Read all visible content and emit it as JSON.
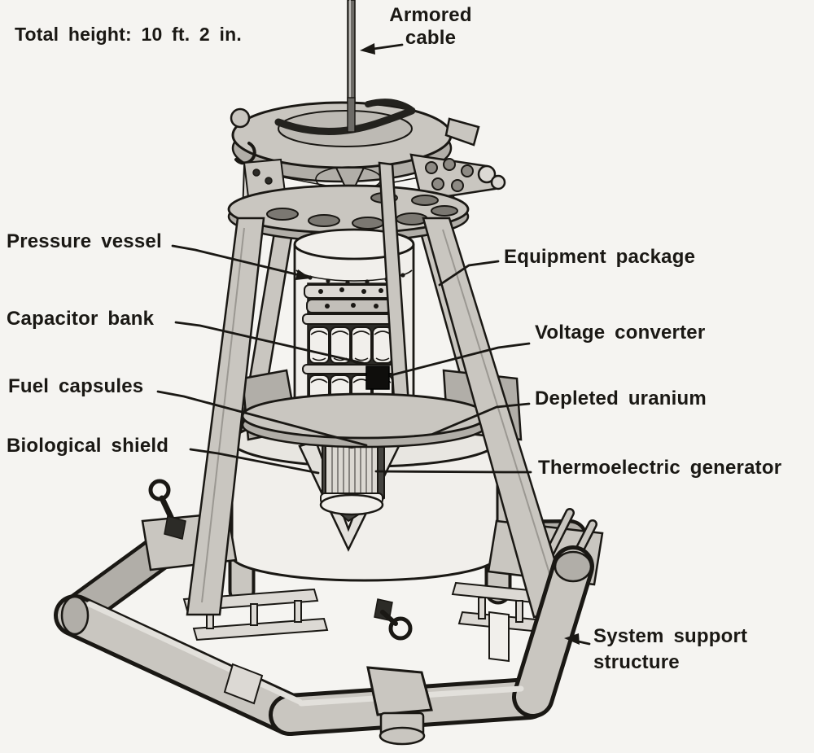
{
  "figure": {
    "description": "Cutaway line drawing of an undersea radioisotope thermoelectric generator power system",
    "palette": {
      "paper": "#f5f4f1",
      "ink": "#1a1814",
      "g1": "#c9c6c0",
      "g2": "#b1aea8",
      "g3": "#dcd9d4",
      "white": "#f1efeb",
      "dark": "#2c2b27",
      "mid": "#8d8a84"
    },
    "annotations": {
      "total_height": "Total height: 10 ft. 2 in.",
      "armored_cable": {
        "line1": "Armored",
        "line2": "cable"
      },
      "pressure_vessel": "Pressure vessel",
      "capacitor_bank": "Capacitor bank",
      "fuel_capsules": "Fuel capsules",
      "biological_shield": "Biological shield",
      "equipment_package": "Equipment package",
      "voltage_converter": "Voltage converter",
      "depleted_uranium": "Depleted uranium",
      "thermoelectric_generator": "Thermoelectric generator",
      "system_support": {
        "line1": "System support",
        "line2": "structure"
      }
    }
  }
}
